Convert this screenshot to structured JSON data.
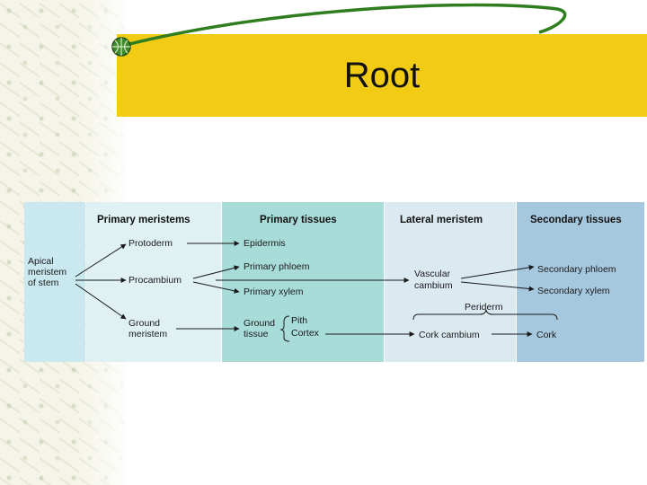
{
  "slide": {
    "title": "Root"
  },
  "diagram": {
    "headers": {
      "primary_meristems": "Primary meristems",
      "primary_tissues": "Primary tissues",
      "lateral_meristem": "Lateral meristem",
      "secondary_tissues": "Secondary tissues"
    },
    "apical": [
      "Apical",
      "meristem",
      "of stem"
    ],
    "protoderm": "Protoderm",
    "procambium": "Procambium",
    "ground_meristem": [
      "Ground",
      "meristem"
    ],
    "epidermis": "Epidermis",
    "primary_phloem": "Primary phloem",
    "primary_xylem": "Primary xylem",
    "ground_tissue": [
      "Ground",
      "tissue"
    ],
    "pith": "Pith",
    "cortex": "Cortex",
    "vascular_cambium": [
      "Vascular",
      "cambium"
    ],
    "periderm": "Periderm",
    "cork_cambium": "Cork cambium",
    "secondary_phloem": "Secondary phloem",
    "secondary_xylem": "Secondary xylem",
    "cork": "Cork"
  },
  "colors": {
    "title_band": "#f2cc14",
    "swoosh": "#2e7d1e",
    "col_apical": "#c9e8ef",
    "col_primary_meristems": "#dff1f3",
    "col_primary_tissues": "#a8dcd8",
    "col_lateral": "#dbe9f1",
    "col_secondary": "#a6c8de"
  }
}
